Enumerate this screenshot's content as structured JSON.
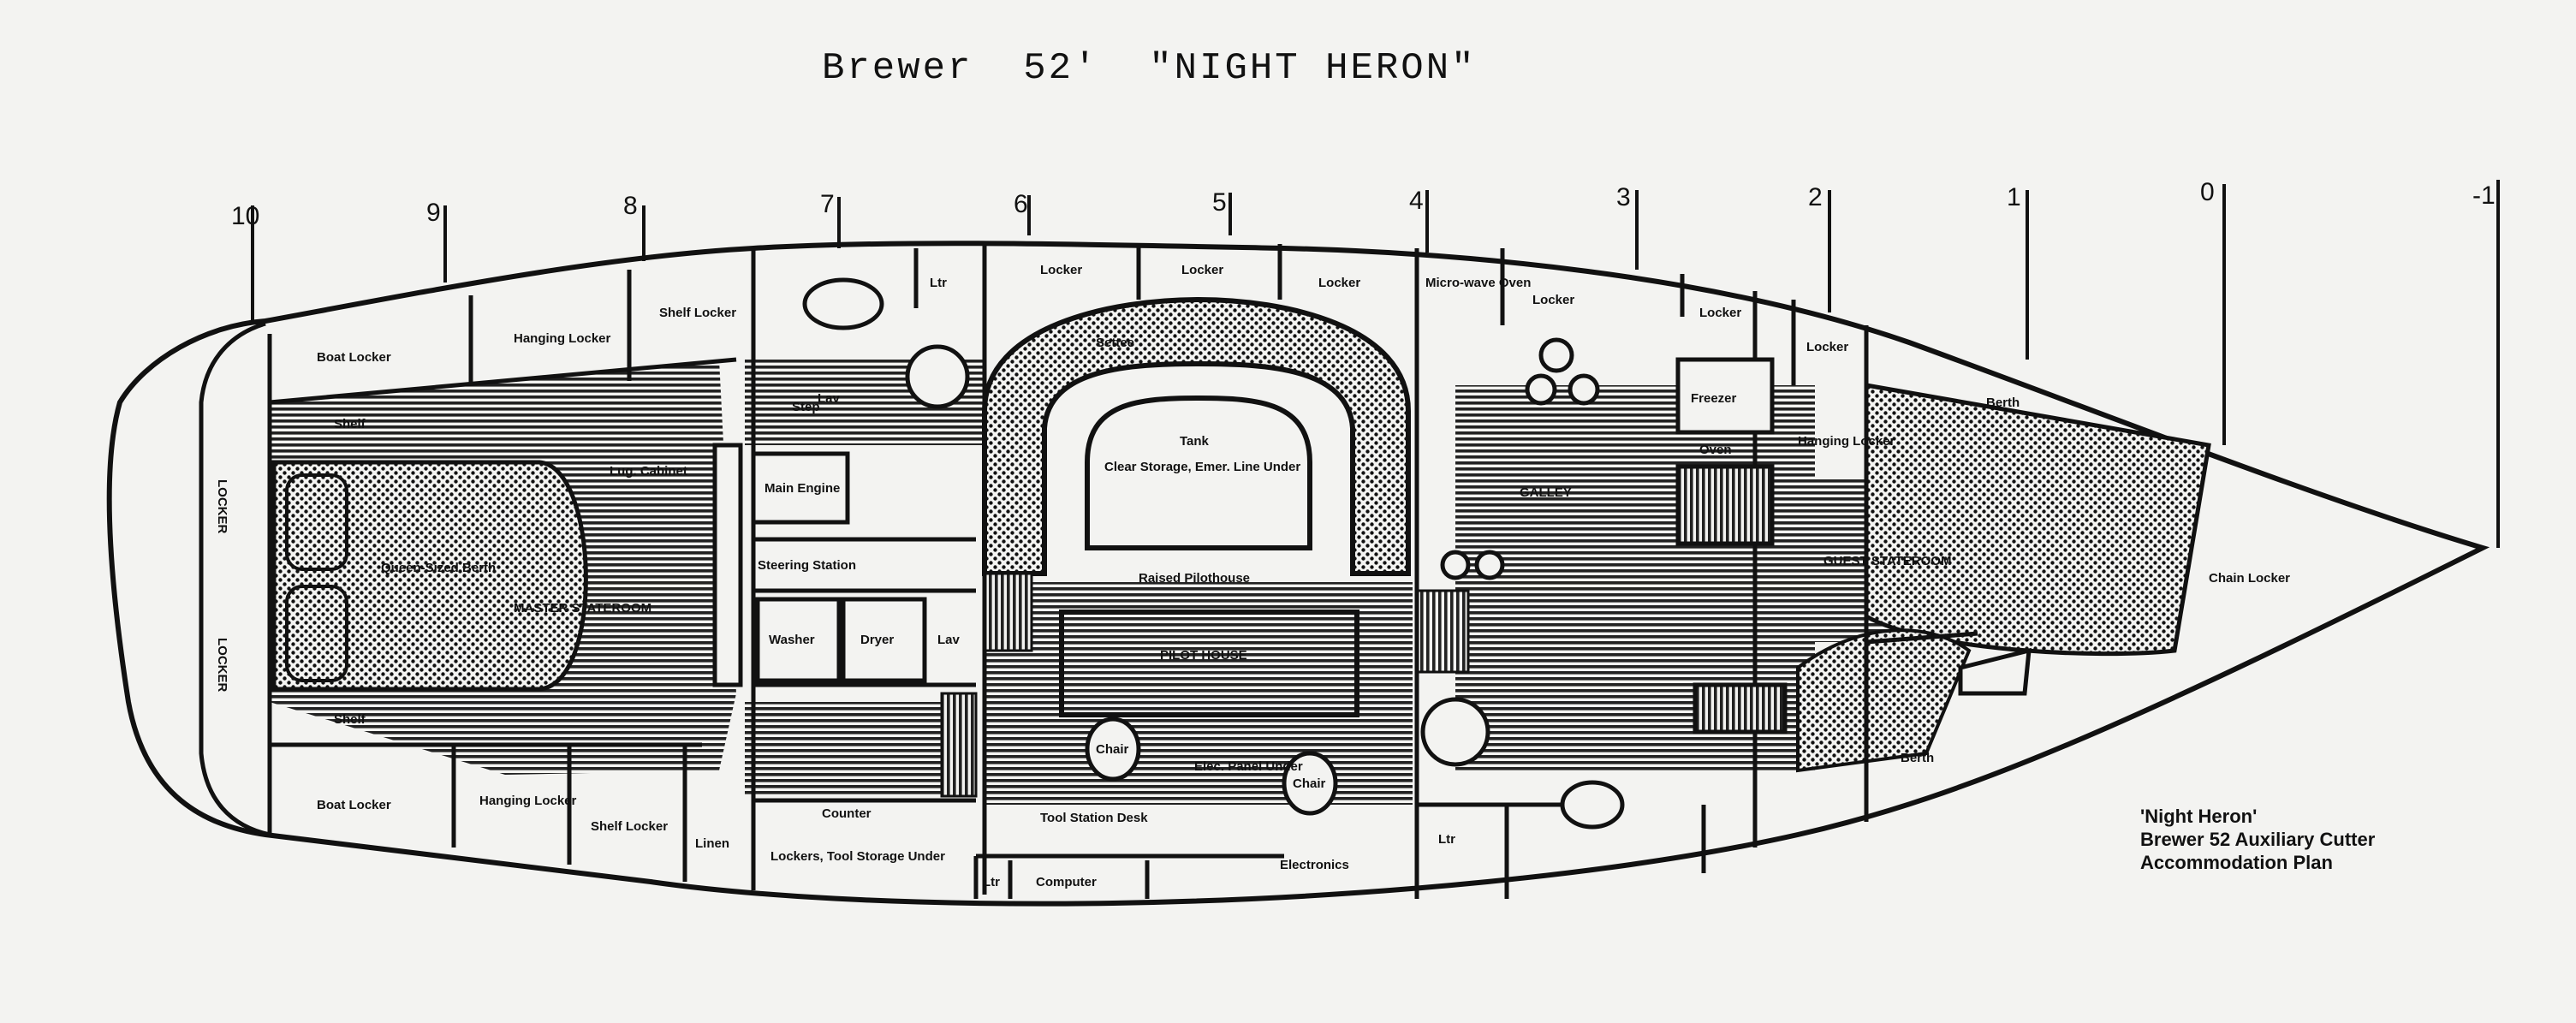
{
  "title": "Brewer  52'  \"NIGHT HERON\"",
  "stations": [
    "10",
    "9",
    "8",
    "7",
    "6",
    "5",
    "4",
    "3",
    "2",
    "1",
    "0",
    "-1"
  ],
  "labels": {
    "boat_locker_fwd": "Boat Locker",
    "hanging_locker_fwd": "Hanging Locker",
    "shelf_locker_fwd": "Shelf Locker",
    "shelf_top_left": "Shelf",
    "shelf_bottom_left": "Shelf",
    "locker_vertical_1": "LOCKER",
    "locker_vertical_2": "LOCKER",
    "queen_berth": "Queen-Sized Berth",
    "master_stateroom": "MASTER STATEROOM",
    "lav_top": "Lav",
    "litr_top": "Ltr",
    "locker_1": "Locker",
    "locker_2": "Locker",
    "locker_3": "Locker",
    "locker_4": "Locker",
    "locker_5": "Locker",
    "microwave": "Micro-wave Oven",
    "locker_6": "Locker",
    "hanging_locker_aft": "Hanging Locker",
    "settee": "Settee",
    "step": "Step",
    "lug_cabinet": "Lug. Cabinet",
    "main_engine": "Main Engine",
    "steering_station": "Steering Station",
    "washer": "Washer",
    "dryer": "Dryer",
    "lav_mid": "Lav",
    "tank": "Tank",
    "tank_detail": "Clear Storage, Emer. Line Under",
    "raised_pilot": "Raised Pilothouse",
    "pilot_house": "PILOT HOUSE",
    "chair_1": "Chair",
    "chair_2": "Chair",
    "side_panel": "Elec. Panel Under",
    "galley": "GALLEY",
    "freezer": "Freezer",
    "oven": "Oven",
    "guest_stateroom": "GUEST STATEROOM",
    "chain_locker": "Chain Locker",
    "boat_locker_aft": "Boat Locker",
    "hanging_locker_bottom": "Hanging Locker",
    "shelf_locker_bottom": "Shelf Locker",
    "linen": "Linen",
    "counter": "Counter",
    "lockers_under": "Lockers, Tool Storage Under",
    "tool_station": "Tool Station Desk",
    "ltr_bottom": "Ltr",
    "computer": "Computer",
    "electronics": "Electronics",
    "ltr_bottom_right": "Ltr",
    "berth_right": "Berth",
    "berth_top_right": "Berth"
  },
  "caption": {
    "line1": "'Night Heron'",
    "line2": "Brewer 52 Auxiliary Cutter",
    "line3": "Accommodation Plan"
  }
}
